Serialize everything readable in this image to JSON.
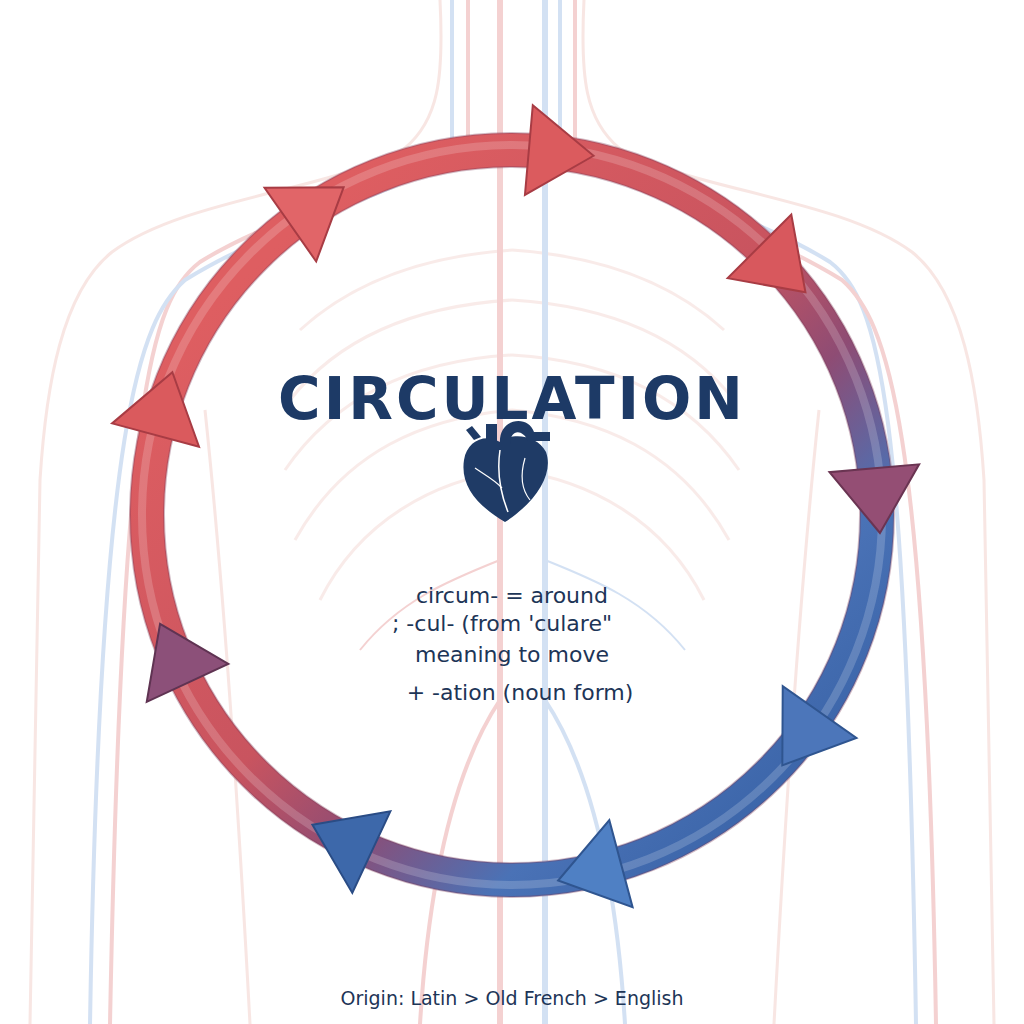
{
  "diagram": {
    "title": "CIRCULATION",
    "labels": [
      "circum- = around",
      "; -cul- (from 'culare\"",
      "meaning to move",
      "+ -ation (noun form)",
      "Origin: Latin > Old French > English"
    ]
  }
}
